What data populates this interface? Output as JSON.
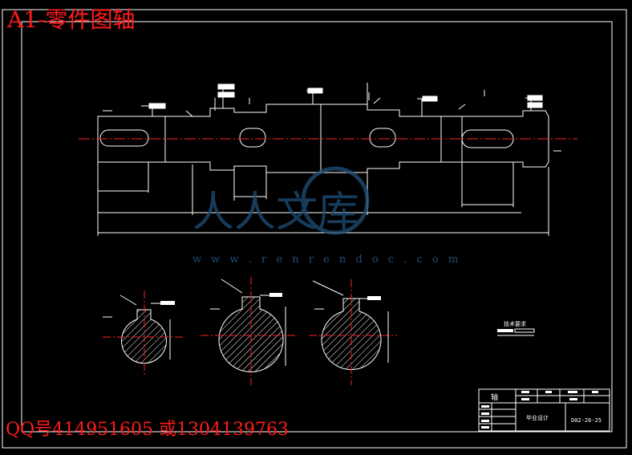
{
  "header": {
    "title": "A1-零件图轴"
  },
  "footer": {
    "contact": "QQ号414951605 或1304139763"
  },
  "watermark": {
    "text": "人人文库",
    "url": "w w w . r e n r e n d o c . c o m"
  },
  "title_block": {
    "part_name": "轴",
    "project": "毕业设计",
    "drawing_no": "D02-26-25"
  },
  "notes": {
    "heading": "技术要求"
  },
  "colors": {
    "frame": "#ffffff",
    "center_line": "#ff2020",
    "leader": "#ffffff",
    "watermark": "#1f4f7a",
    "overlay_text": "#ff1a1a"
  }
}
